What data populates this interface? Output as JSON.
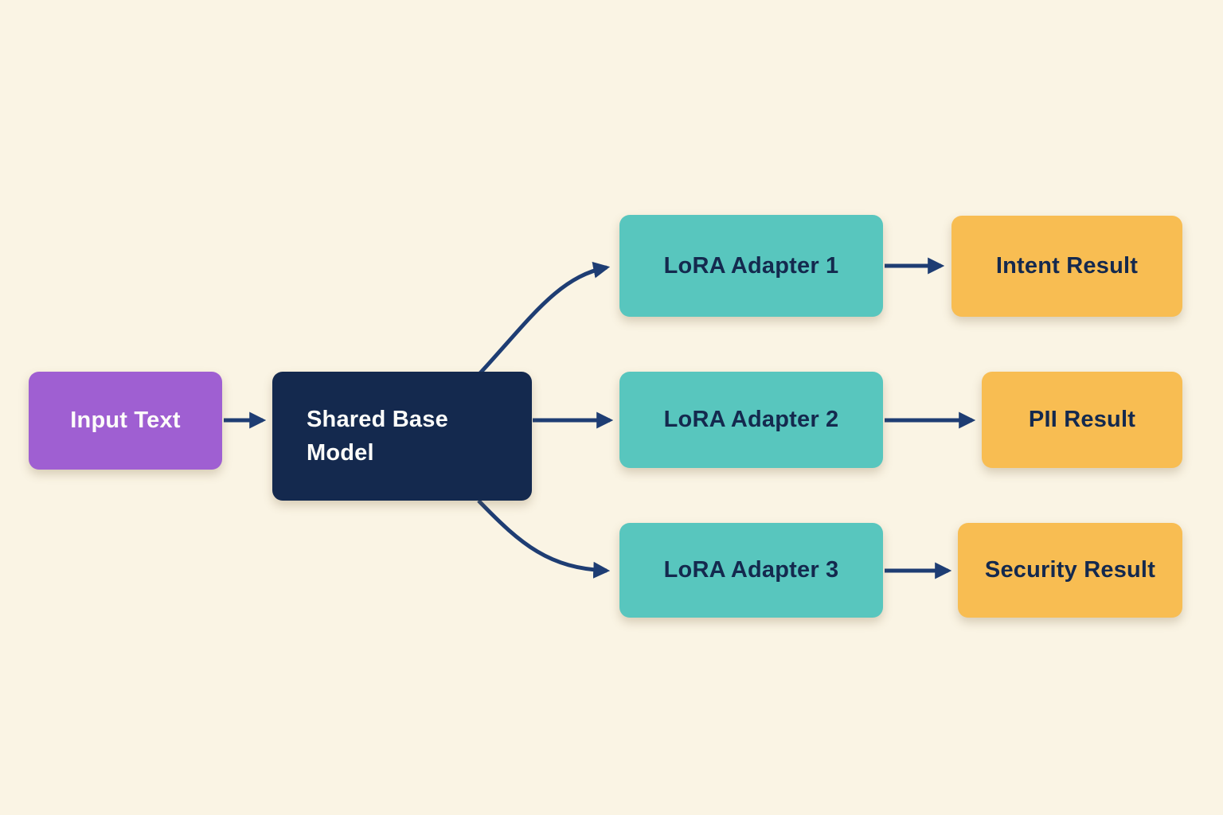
{
  "nodes": {
    "input_text": {
      "label": "Input Text",
      "color": "#9f5fd2",
      "text_color": "#fdfdfa"
    },
    "shared_base_model": {
      "label": "Shared Base Model",
      "color": "#14294e",
      "text_color": "#fdfdfa"
    },
    "lora_adapter_1": {
      "label": "LoRA Adapter 1",
      "color": "#58c6be",
      "text_color": "#14294e"
    },
    "lora_adapter_2": {
      "label": "LoRA Adapter 2",
      "color": "#58c6be",
      "text_color": "#14294e"
    },
    "lora_adapter_3": {
      "label": "LoRA Adapter 3",
      "color": "#58c6be",
      "text_color": "#14294e"
    },
    "intent_result": {
      "label": "Intent Result",
      "color": "#f8bd52",
      "text_color": "#14294e"
    },
    "pii_result": {
      "label": "PII Result",
      "color": "#f8bd52",
      "text_color": "#14294e"
    },
    "security_result": {
      "label": "Security Result",
      "color": "#f8bd52",
      "text_color": "#14294e"
    }
  },
  "edges": [
    {
      "from": "input_text",
      "to": "shared_base_model"
    },
    {
      "from": "shared_base_model",
      "to": "lora_adapter_1"
    },
    {
      "from": "shared_base_model",
      "to": "lora_adapter_2"
    },
    {
      "from": "shared_base_model",
      "to": "lora_adapter_3"
    },
    {
      "from": "lora_adapter_1",
      "to": "intent_result"
    },
    {
      "from": "lora_adapter_2",
      "to": "pii_result"
    },
    {
      "from": "lora_adapter_3",
      "to": "security_result"
    }
  ],
  "palette": {
    "background": "#faf4e4",
    "arrow": "#1e3d73"
  }
}
